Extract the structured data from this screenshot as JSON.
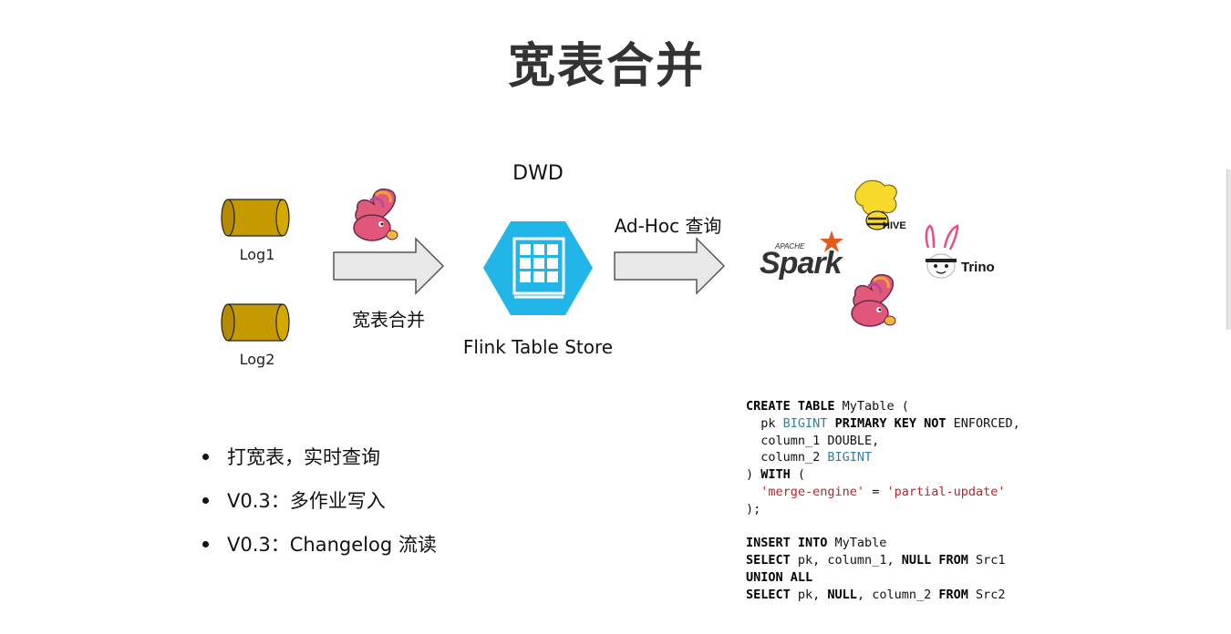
{
  "title": "宽表合并",
  "diagram": {
    "sources": [
      {
        "label": "Log1"
      },
      {
        "label": "Log2"
      }
    ],
    "merge_label": "宽表合并",
    "store_title": "DWD",
    "store_label": "Flink Table Store",
    "query_label": "Ad-Hoc 查询",
    "engines": {
      "spark_top": "APACHE",
      "spark": "Spark",
      "hive": "HIVE",
      "trino": "Trino"
    },
    "colors": {
      "log": "#c49a00",
      "arrow_fill": "#e8e8e8",
      "arrow_stroke": "#555555",
      "store": "#21b5e8",
      "spark_orange": "#e25a1c"
    }
  },
  "bullets": [
    "打宽表，实时查询",
    "V0.3：多作业写入",
    "V0.3：Changelog 流读"
  ],
  "code_lines": [
    [
      {
        "t": "CREATE TABLE",
        "c": "kw"
      },
      {
        "t": " MyTable (",
        "c": ""
      }
    ],
    [
      {
        "t": "  pk ",
        "c": ""
      },
      {
        "t": "BIGINT",
        "c": "ty"
      },
      {
        "t": " ",
        "c": ""
      },
      {
        "t": "PRIMARY KEY NOT",
        "c": "kw"
      },
      {
        "t": " ENFORCED,",
        "c": ""
      }
    ],
    [
      {
        "t": "  column_1 DOUBLE,",
        "c": ""
      }
    ],
    [
      {
        "t": "  column_2 ",
        "c": ""
      },
      {
        "t": "BIGINT",
        "c": "ty"
      }
    ],
    [
      {
        "t": ") ",
        "c": ""
      },
      {
        "t": "WITH",
        "c": "kw"
      },
      {
        "t": " (",
        "c": ""
      }
    ],
    [
      {
        "t": "  ",
        "c": ""
      },
      {
        "t": "'merge-engine'",
        "c": "st"
      },
      {
        "t": " = ",
        "c": ""
      },
      {
        "t": "'partial-update'",
        "c": "st"
      }
    ],
    [
      {
        "t": ");",
        "c": ""
      }
    ],
    [
      {
        "t": "",
        "c": ""
      }
    ],
    [
      {
        "t": "INSERT INTO",
        "c": "kw"
      },
      {
        "t": " MyTable",
        "c": ""
      }
    ],
    [
      {
        "t": "SELECT",
        "c": "kw"
      },
      {
        "t": " pk, column_1, ",
        "c": ""
      },
      {
        "t": "NULL FROM",
        "c": "kw"
      },
      {
        "t": " Src1",
        "c": ""
      }
    ],
    [
      {
        "t": "UNION ALL",
        "c": "kw"
      }
    ],
    [
      {
        "t": "SELECT",
        "c": "kw"
      },
      {
        "t": " pk, ",
        "c": ""
      },
      {
        "t": "NULL",
        "c": "kw"
      },
      {
        "t": ", column_2 ",
        "c": ""
      },
      {
        "t": "FROM",
        "c": "kw"
      },
      {
        "t": " Src2",
        "c": ""
      }
    ]
  ]
}
